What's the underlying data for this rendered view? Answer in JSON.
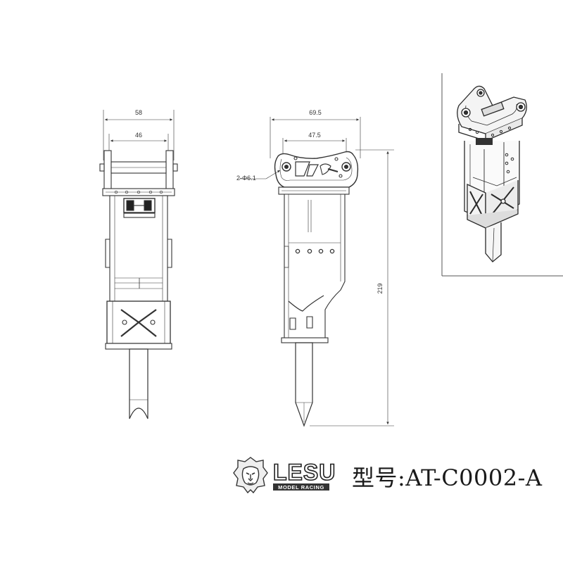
{
  "drawing": {
    "front_view": {
      "width_outer": "58",
      "width_inner": "46"
    },
    "side_view": {
      "width_outer": "69.5",
      "width_inner": "47.5",
      "hole_callout": "2-Φ6.1",
      "height_total": "219"
    }
  },
  "brand": {
    "name": "LESU",
    "tagline": "MODEL RACING"
  },
  "model": {
    "label": "型号",
    "separator": ":",
    "code": "AT-C0002-A"
  },
  "icons": {
    "logo": "lion-head-icon"
  }
}
